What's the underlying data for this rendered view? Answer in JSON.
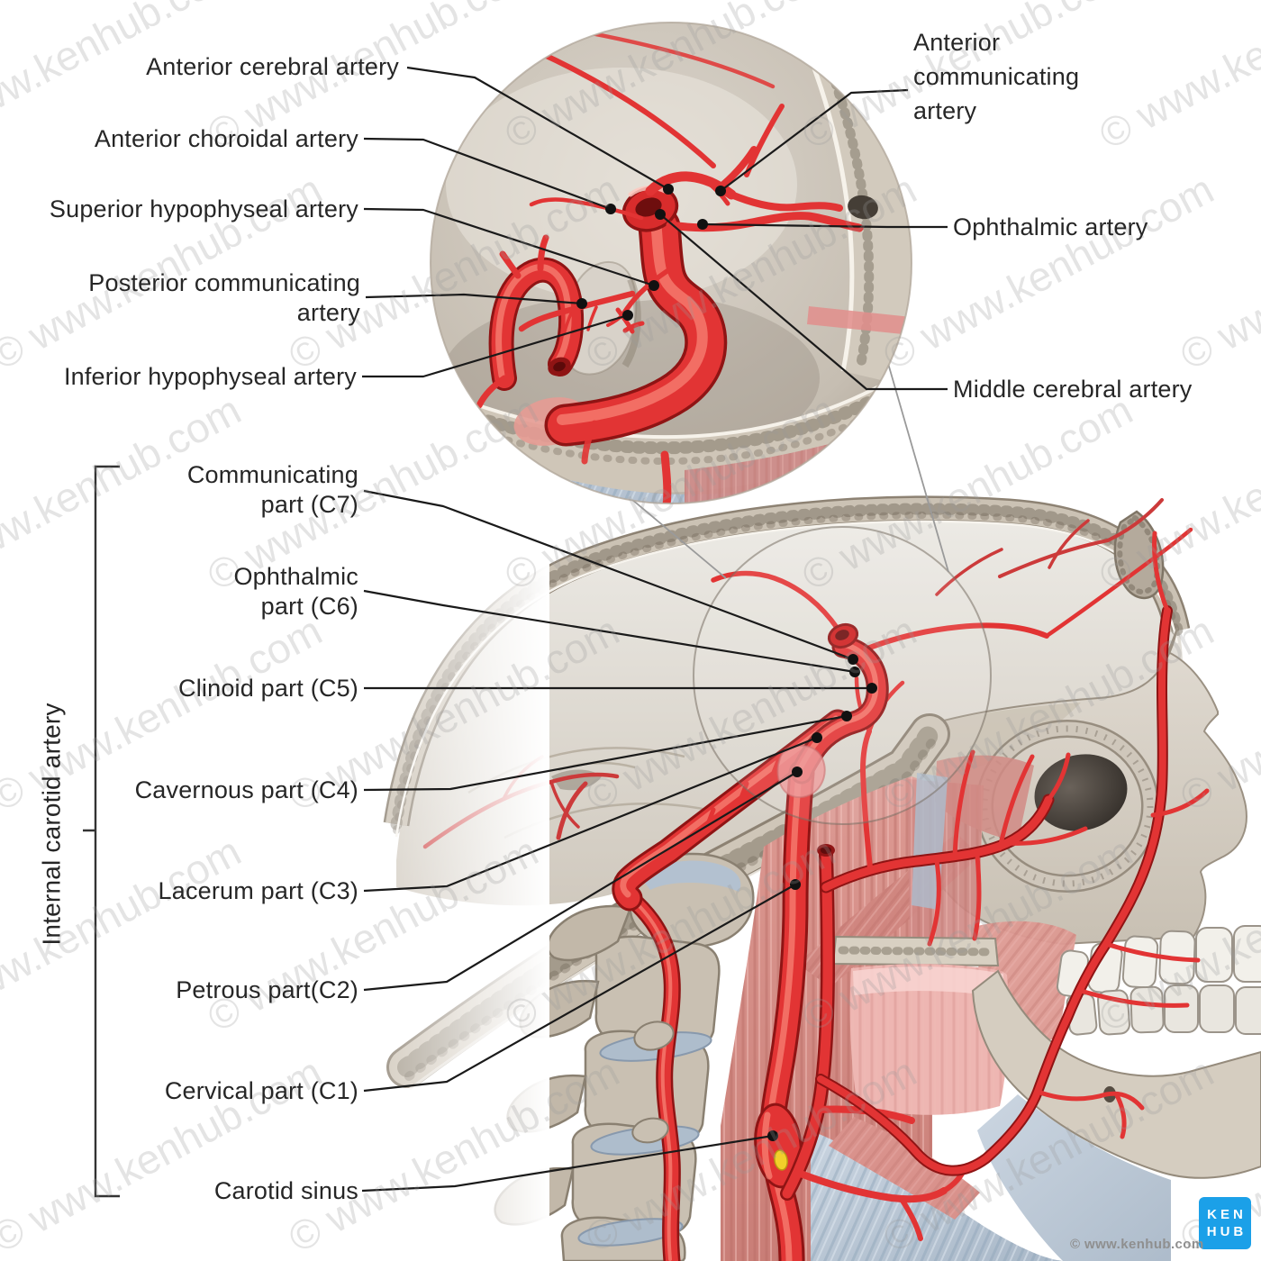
{
  "inset": {
    "left_labels": [
      {
        "lines": [
          "Anterior cerebral artery"
        ]
      },
      {
        "lines": [
          "Anterior choroidal artery"
        ]
      },
      {
        "lines": [
          "Superior hypophyseal artery"
        ]
      },
      {
        "lines": [
          "Posterior communicating",
          "artery"
        ]
      },
      {
        "lines": [
          "Inferior hypophyseal artery"
        ]
      }
    ],
    "right_labels": [
      {
        "lines": [
          "Anterior",
          "communicating",
          "artery"
        ]
      },
      {
        "lines": [
          "Ophthalmic artery"
        ]
      },
      {
        "lines": [
          "Middle cerebral artery"
        ]
      }
    ]
  },
  "main": {
    "bracket_label": "Internal carotid artery",
    "part_labels": [
      {
        "lines": [
          "Communicating",
          "part (C7)"
        ]
      },
      {
        "lines": [
          "Ophthalmic",
          "part (C6)"
        ]
      },
      {
        "lines": [
          "Clinoid part (C5)"
        ]
      },
      {
        "lines": [
          "Cavernous part (C4)"
        ]
      },
      {
        "lines": [
          "Lacerum part (C3)"
        ]
      },
      {
        "lines": [
          "Petrous part(C2)"
        ]
      },
      {
        "lines": [
          "Cervical part (C1)"
        ]
      },
      {
        "lines": [
          "Carotid sinus"
        ]
      }
    ]
  },
  "watermark": {
    "text": "© www.kenhub.com"
  },
  "branding": {
    "logo_top": "KEN",
    "logo_bottom": "HUB",
    "logo_color": "#1ba0e8",
    "copyright": "© www.kenhub.com"
  },
  "colors": {
    "artery": "#e23434",
    "artery_dark": "#8f1414",
    "bone": "#d2cabd",
    "muscle": "#d89089",
    "fascia": "#bac7d5",
    "carotid_body": "#f2cf2a",
    "label_text": "#262626"
  }
}
